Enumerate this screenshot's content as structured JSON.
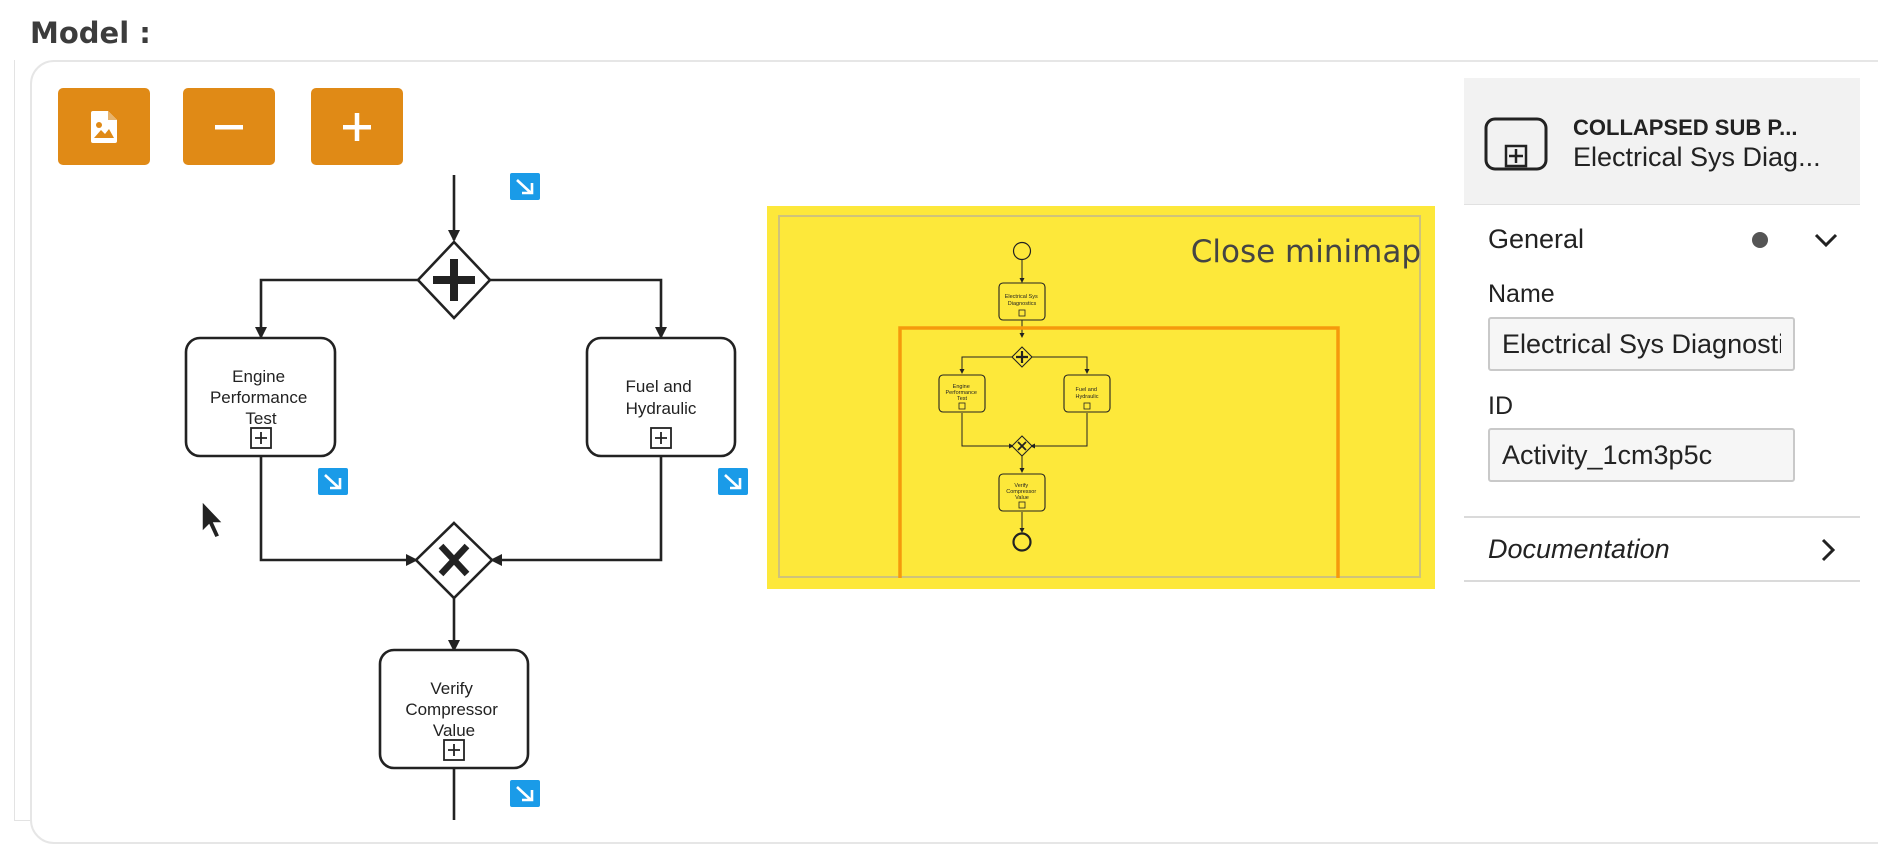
{
  "page": {
    "title": "Model :"
  },
  "toolbar": {
    "export_icon": "image-file-icon",
    "zoom_out_icon": "minus-icon",
    "zoom_in_icon": "plus-icon",
    "color": "#e08a16"
  },
  "diagram": {
    "tasks": [
      {
        "id": "engine",
        "lines": [
          "Engine",
          "Performance",
          "Test"
        ]
      },
      {
        "id": "fuel",
        "lines": [
          "Fuel and",
          "Hydraulic"
        ]
      },
      {
        "id": "verify",
        "lines": [
          "Verify",
          "Compressor",
          "Value"
        ]
      }
    ],
    "gateways": [
      "parallel",
      "exclusive"
    ],
    "drilldown_color": "#1a9be8"
  },
  "minimap": {
    "close_label": "Close minimap",
    "background": "#fde83a",
    "viewport_color": "#f59a0c",
    "tasks": [
      {
        "lines": [
          "Electrical Sys",
          "Diagnostics"
        ]
      },
      {
        "lines": [
          "Engine",
          "Performance",
          "Test"
        ]
      },
      {
        "lines": [
          "Fuel and",
          "Hydraulic"
        ]
      },
      {
        "lines": [
          "Verify",
          "Compressor",
          "Value"
        ]
      }
    ]
  },
  "properties": {
    "element_type": "COLLAPSED SUB P...",
    "element_name": "Electrical Sys Diag...",
    "icon": "collapsed-subprocess-icon",
    "general_title": "General",
    "name_label": "Name",
    "name_value": "Electrical Sys Diagnostics",
    "id_label": "ID",
    "id_value": "Activity_1cm3p5c",
    "documentation_title": "Documentation"
  }
}
